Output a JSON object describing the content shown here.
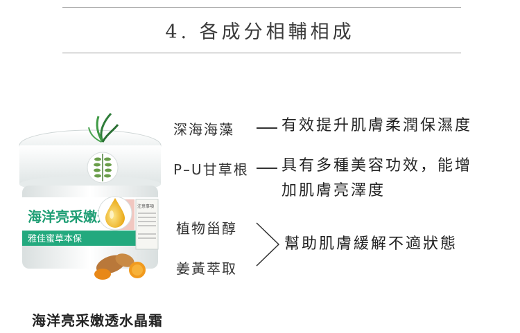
{
  "section": {
    "heading": "4. 各成分相輔相成"
  },
  "product": {
    "caption": "海洋亮采嫩透水晶霜",
    "jar_label_title": "海洋亮采嫩透",
    "jar_label_brand": "雅佳蜜草本保",
    "jar_info_title": "注意事項"
  },
  "ingredients": [
    {
      "name": "深海海藻",
      "benefit_lines": [
        "有效提升肌膚柔潤保濕度"
      ]
    },
    {
      "name": "P–U甘草根",
      "benefit_lines": [
        "具有多種美容功效，能增",
        "加肌膚亮澤度"
      ]
    }
  ],
  "group": {
    "names": [
      "植物甾醇",
      "姜黃萃取"
    ],
    "benefit": "幫助肌膚緩解不適狀態"
  },
  "colors": {
    "rule": "#9a9a9a",
    "jar_green": "#2bbf8f",
    "jar_body": "#eef1f1",
    "oil_gold": "#f0b81e",
    "turmeric": "#e08a1e"
  }
}
